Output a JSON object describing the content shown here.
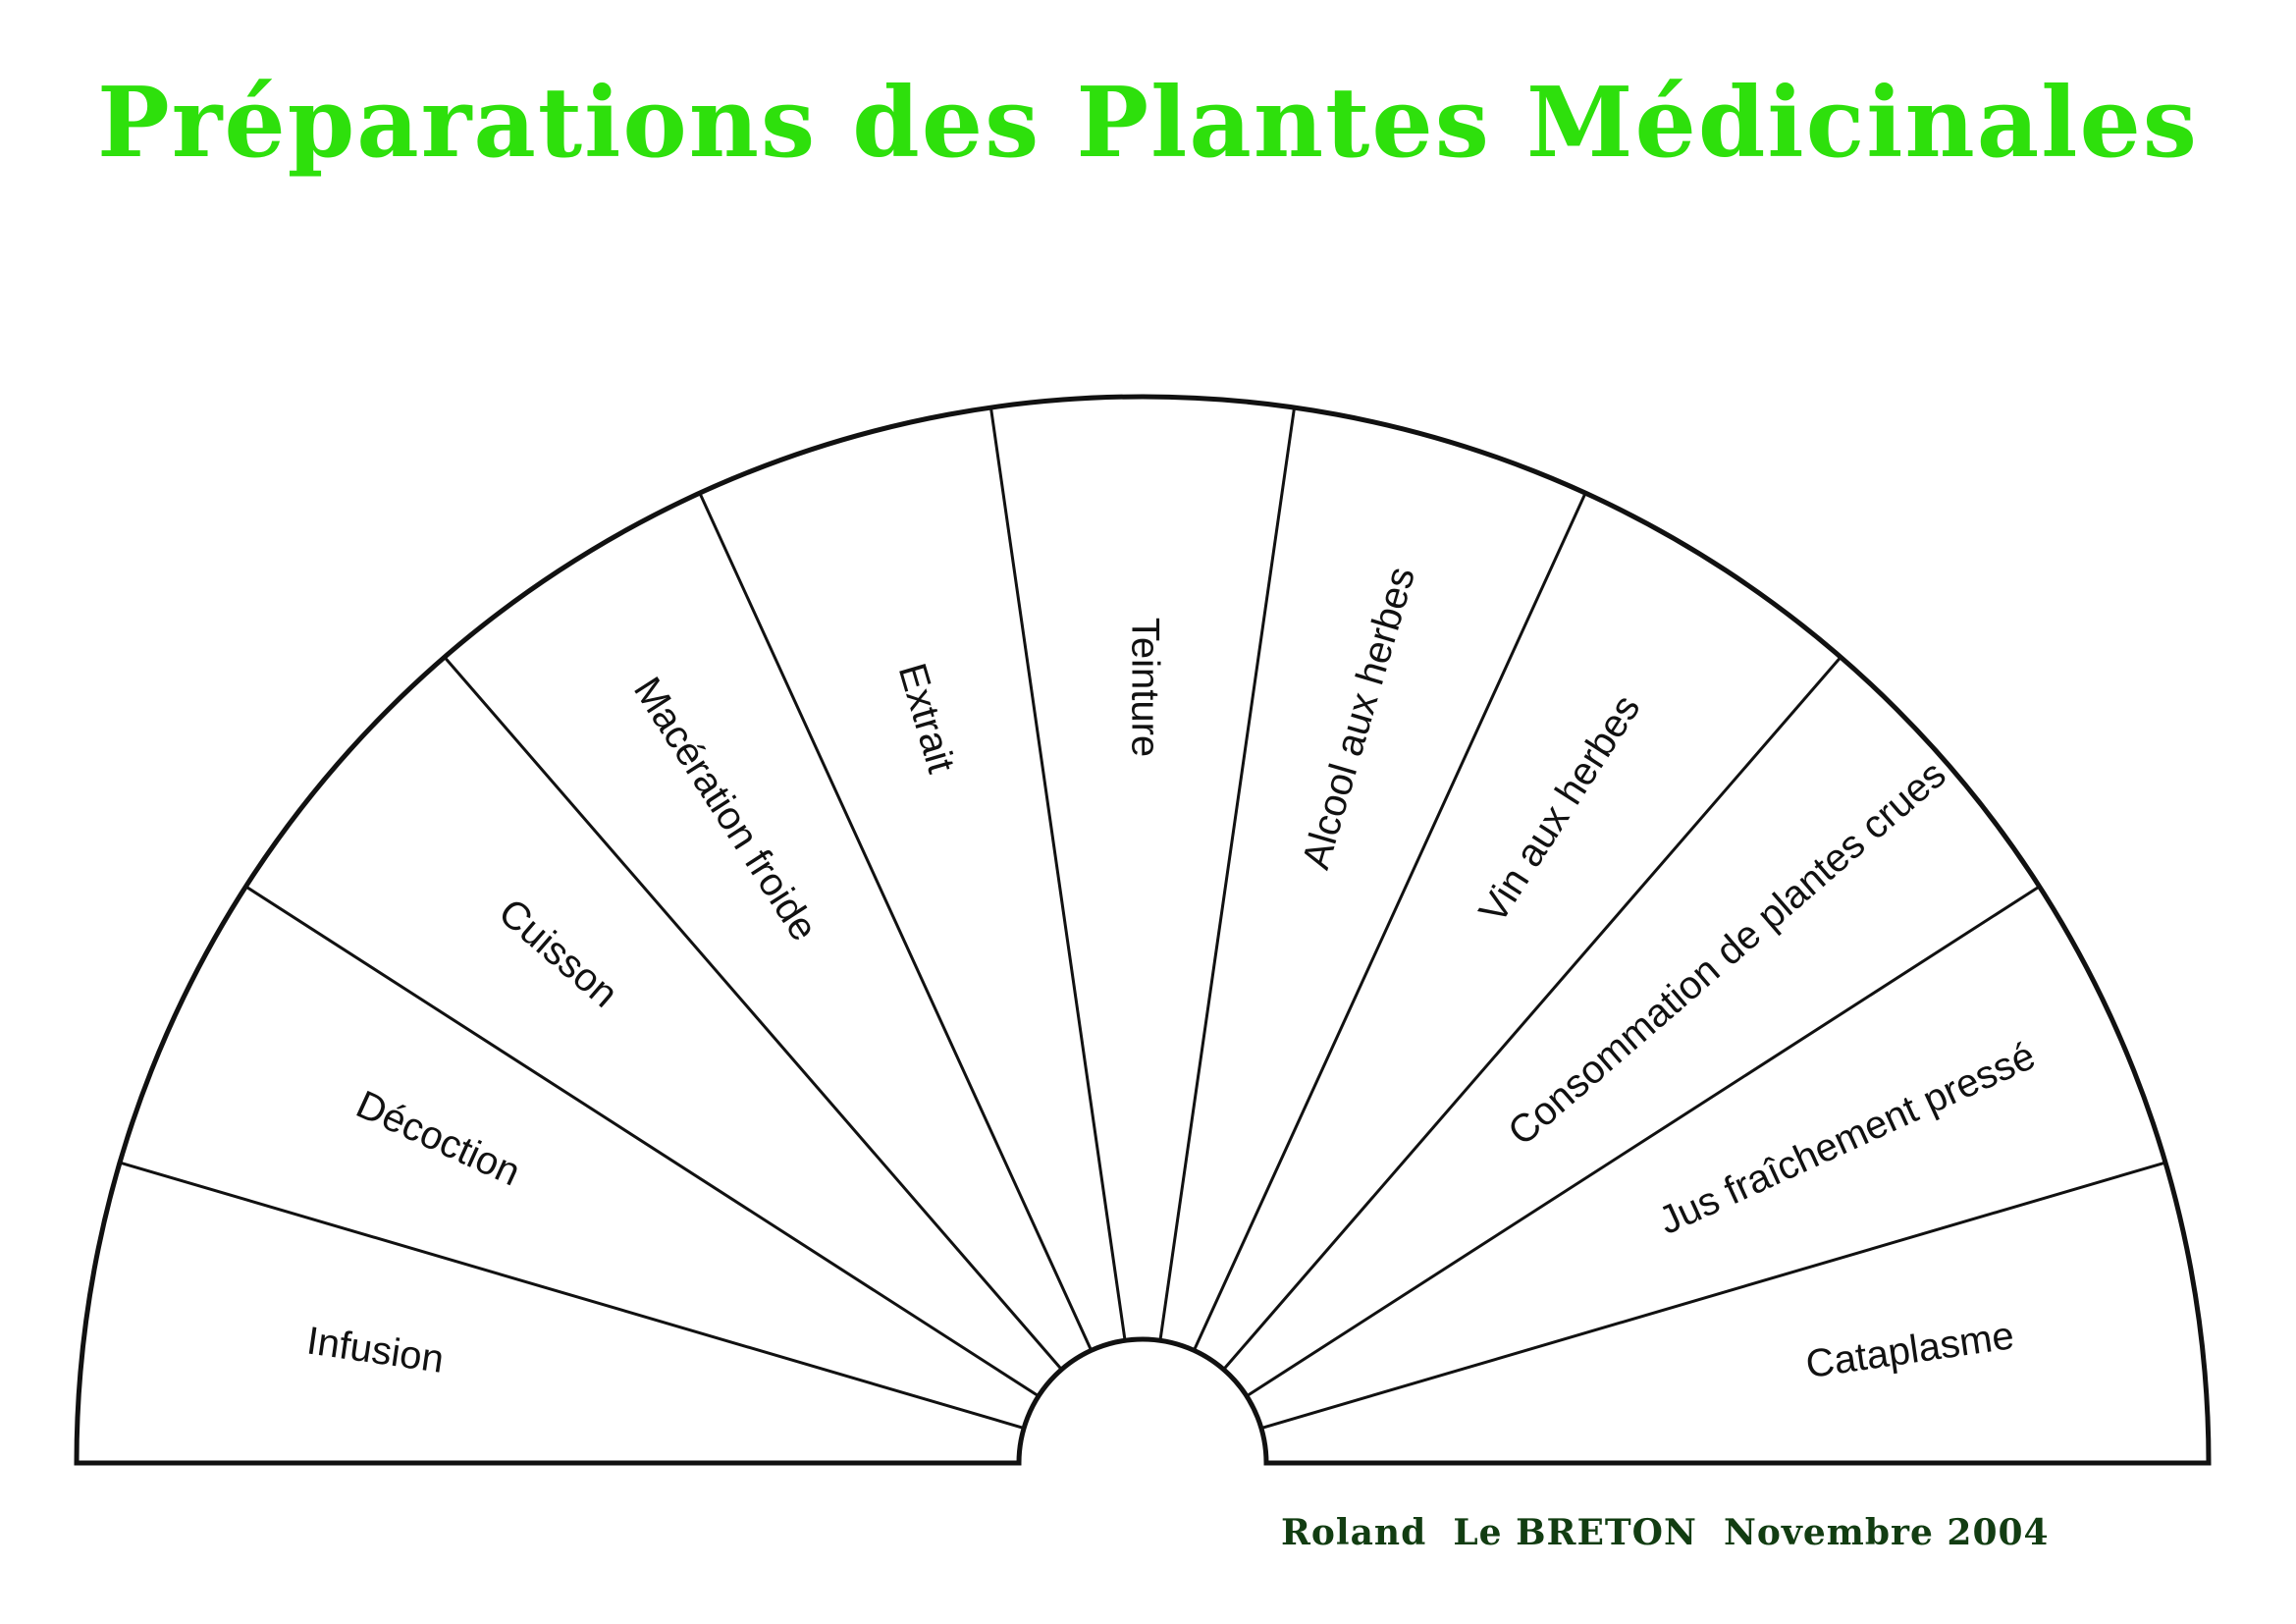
{
  "title": "Préparations des Plantes Médicinales",
  "author": "Roland  Le BRETON  Novembre 2004",
  "colors": {
    "title": "#2ee00c",
    "author": "#123d12",
    "lines": "#111111"
  },
  "sectors": [
    {
      "label": "Infusion"
    },
    {
      "label": "Décoction"
    },
    {
      "label": "Cuisson"
    },
    {
      "label": "Macération froide"
    },
    {
      "label": "Extrait"
    },
    {
      "label": "Teinture"
    },
    {
      "label": "Alcool aux herbes"
    },
    {
      "label": "Vin aux herbes"
    },
    {
      "label": "Consommation de plantes crues"
    },
    {
      "label": "Jus fraîchement pressé"
    },
    {
      "label": "Cataplasme"
    }
  ]
}
